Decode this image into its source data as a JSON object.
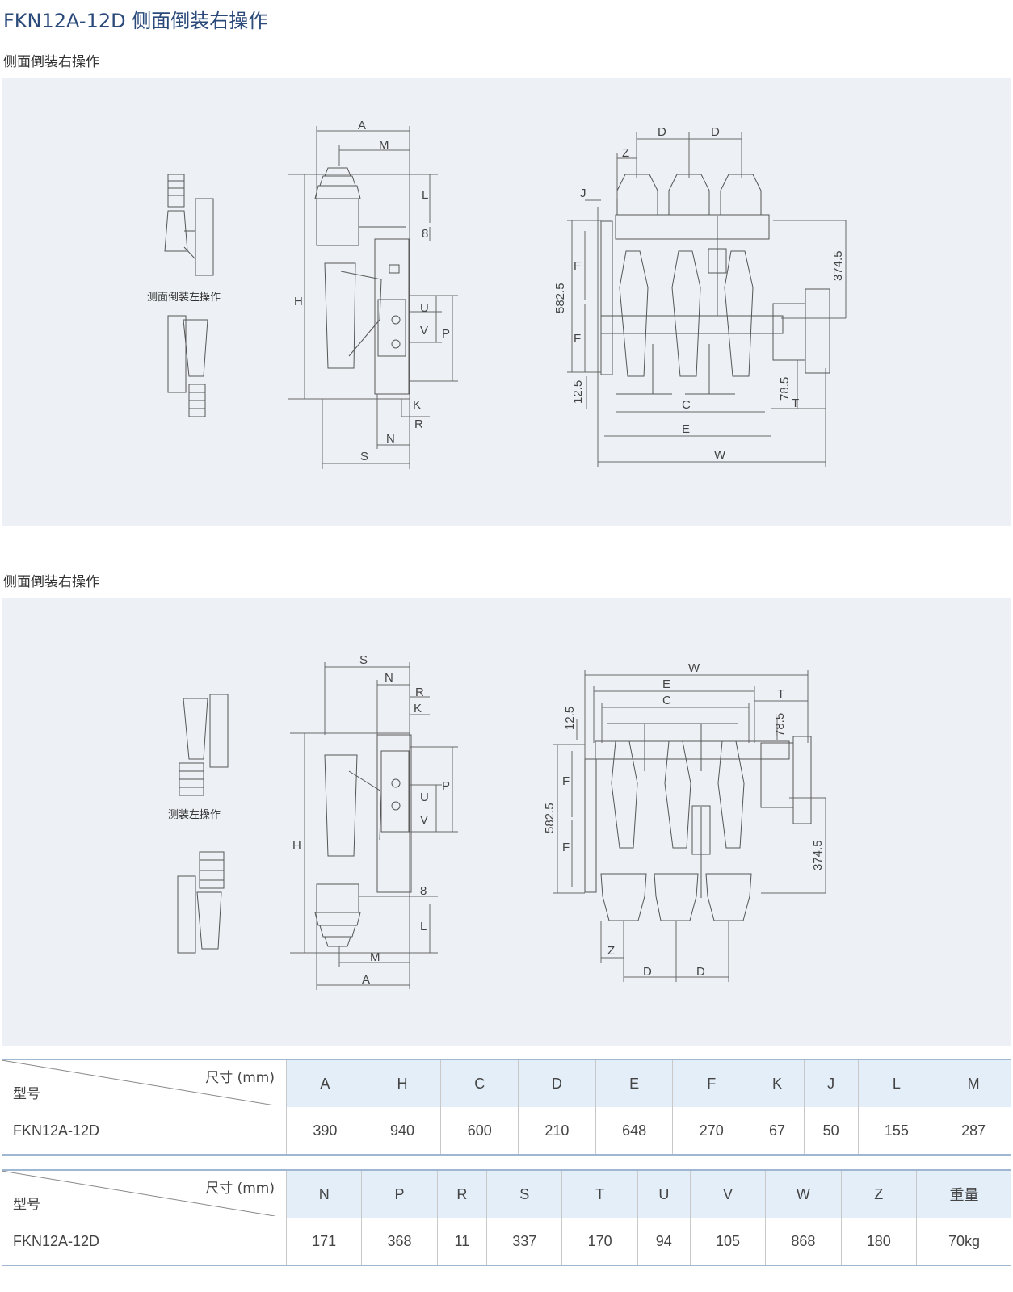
{
  "page_title": "FKN12A-12D 侧面倒装右操作",
  "section1_title": "侧面倒装右操作",
  "section2_title": "侧面倒装右操作",
  "diagram1": {
    "caption": "测面倒装左操作",
    "side_labels": [
      "A",
      "M",
      "L",
      "8",
      "H",
      "U",
      "V",
      "P",
      "K",
      "R",
      "N",
      "S"
    ],
    "front_labels": [
      "D",
      "D",
      "Z",
      "J",
      "F",
      "F",
      "582.5",
      "12.5",
      "374.5",
      "78.5",
      "T",
      "C",
      "E",
      "W"
    ]
  },
  "diagram2": {
    "caption": "测装左操作",
    "side_labels": [
      "S",
      "N",
      "R",
      "K",
      "P",
      "U",
      "V",
      "H",
      "8",
      "L",
      "M",
      "A"
    ],
    "front_labels": [
      "W",
      "E",
      "C",
      "T",
      "12.5",
      "78.5",
      "F",
      "F",
      "582.5",
      "374.5",
      "Z",
      "D",
      "D"
    ]
  },
  "table1": {
    "header_dim": "尺寸 (mm)",
    "header_model": "型号",
    "columns": [
      "A",
      "H",
      "C",
      "D",
      "E",
      "F",
      "K",
      "J",
      "L",
      "M"
    ],
    "model": "FKN12A-12D",
    "values": [
      "390",
      "940",
      "600",
      "210",
      "648",
      "270",
      "67",
      "50",
      "155",
      "287"
    ]
  },
  "table2": {
    "header_dim": "尺寸 (mm)",
    "header_model": "型号",
    "columns": [
      "N",
      "P",
      "R",
      "S",
      "T",
      "U",
      "V",
      "W",
      "Z",
      "重量"
    ],
    "model": "FKN12A-12D",
    "values": [
      "171",
      "368",
      "11",
      "337",
      "170",
      "94",
      "105",
      "868",
      "180",
      "70kg"
    ]
  }
}
